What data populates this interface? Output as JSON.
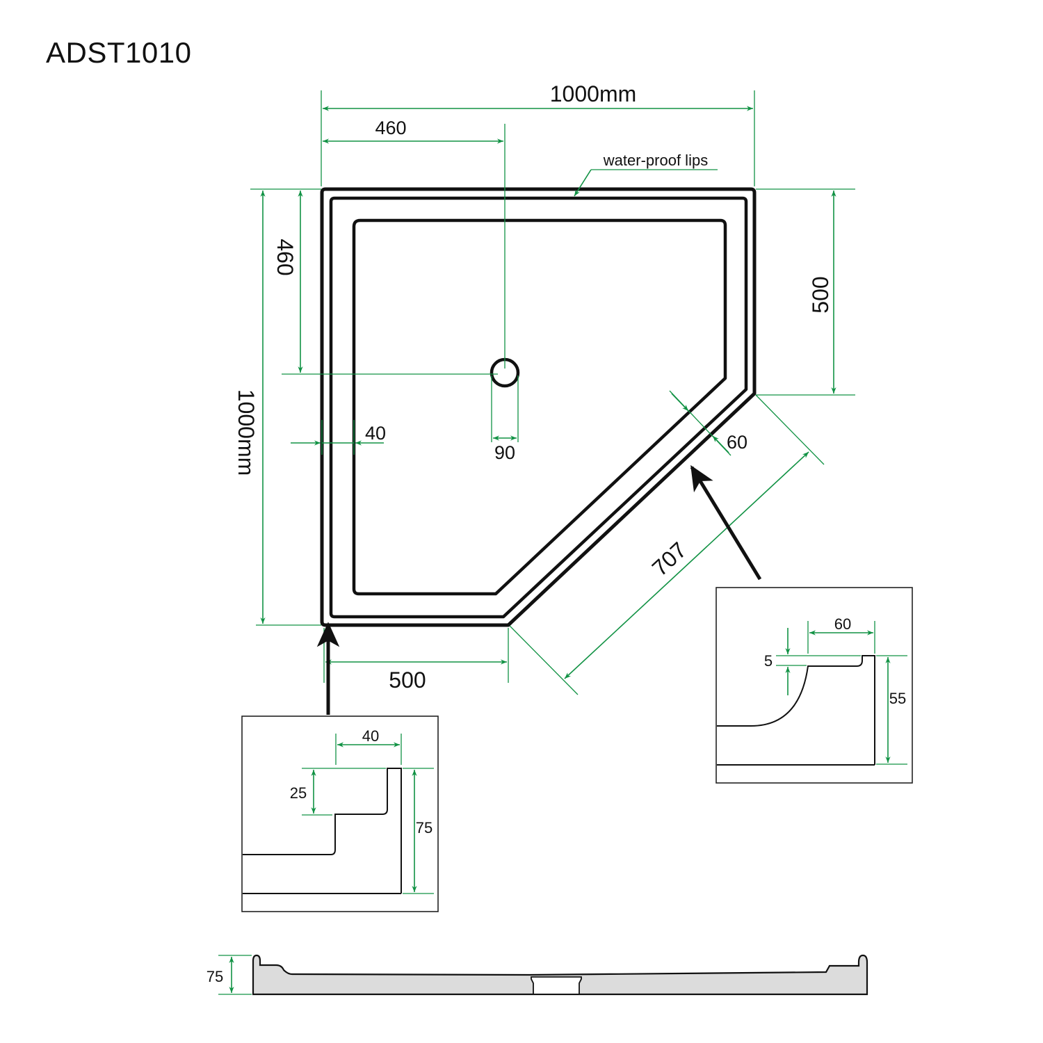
{
  "title": "ADST1010",
  "colors": {
    "dimension_line": "#119244",
    "outline": "#111111",
    "section_fill": "#dcdcdc"
  },
  "plan": {
    "width_label": "1000mm",
    "depth_label": "1000mm",
    "waste_offset_x_label": "460",
    "waste_offset_y_label": "460",
    "right_side_label": "500",
    "bottom_side_label": "500",
    "diagonal_label": "707",
    "waste_diameter_label": "90",
    "lip_width_label": "40",
    "diagonal_lip_label": "60",
    "callout_label": "water-proof lips"
  },
  "detail_left": {
    "width_label": "40",
    "step_label": "25",
    "height_label": "75"
  },
  "detail_right": {
    "width_label": "60",
    "step_label": "5",
    "height_label": "55"
  },
  "section": {
    "height_label": "75"
  }
}
